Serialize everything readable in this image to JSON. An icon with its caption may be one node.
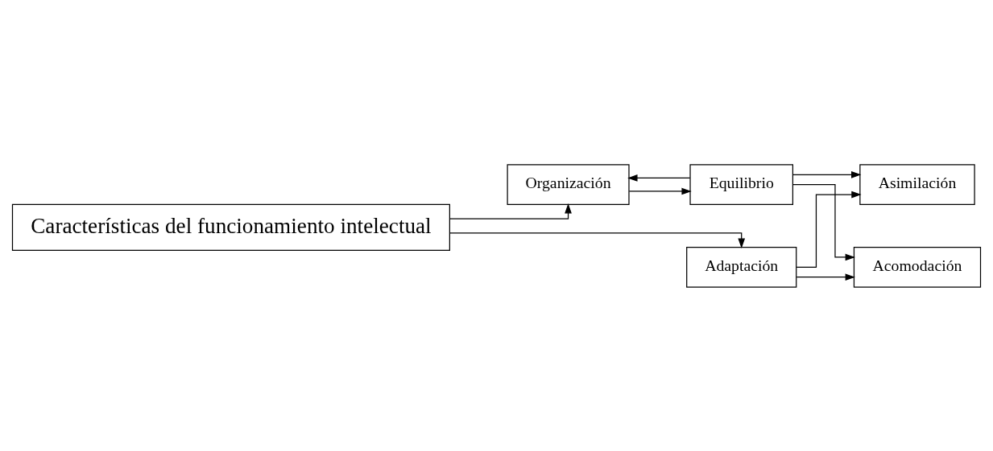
{
  "diagram": {
    "nodes": [
      {
        "text": [
          "Características del funcionamiento intelectual"
        ]
      },
      {
        "text": [
          "Organización"
        ]
      },
      {
        "text": [
          "Asimilación"
        ]
      },
      {
        "text": [
          "Equilibrio"
        ]
      },
      {
        "text": [
          "Adaptación"
        ]
      },
      {
        "text": [
          "Acomodación"
        ]
      }
    ],
    "edges": [
      {
        "from": 0,
        "to": 1,
        "arrow": "to"
      },
      {
        "from": 0,
        "to": 4,
        "arrow": "to"
      },
      {
        "from": 1,
        "to": 3,
        "arrow": "to"
      },
      {
        "from": 3,
        "to": 1,
        "arrow": "to"
      },
      {
        "from": 3,
        "to": 2,
        "arrow": "to"
      },
      {
        "from": 3,
        "to": 5,
        "arrow": "to"
      },
      {
        "from": 4,
        "to": 2,
        "arrow": "to"
      },
      {
        "from": 4,
        "to": 5,
        "arrow": "to"
      }
    ]
  }
}
